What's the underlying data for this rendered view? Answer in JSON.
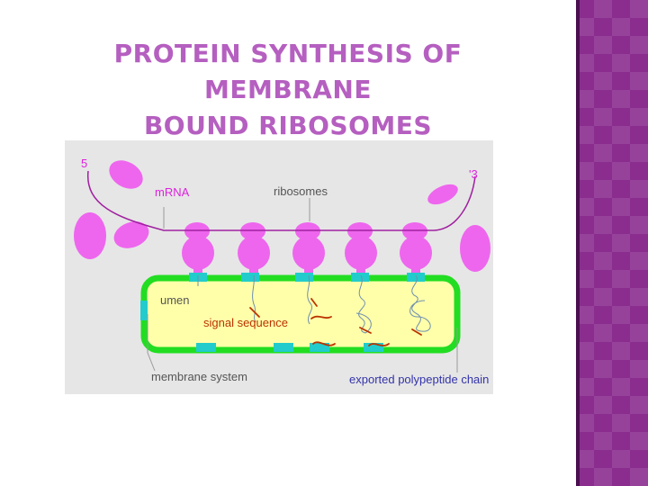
{
  "slide": {
    "title_line1": "PROTEIN SYNTHESIS OF MEMBRANE",
    "title_line2": "BOUND RIBOSOMES"
  },
  "diagram": {
    "labels": {
      "five_prime": "5",
      "three_prime": "'3",
      "mrna": "mRNA",
      "ribosomes": "ribosomes",
      "lumen": "umen",
      "signal_sequence": "signal sequence",
      "membrane_system": "membrane system",
      "exported_chain": "exported polypeptide chain"
    },
    "colors": {
      "ribosome": "#ee66ee",
      "mrna": "#a020a0",
      "membrane": "#22dd22",
      "lumen": "#ffffaa",
      "channel": "#22cccc",
      "signal": "#bb3300",
      "label_dark": "#555555",
      "label_mrna": "#dd22dd",
      "label_export": "#3333aa",
      "accent_panel": "#8a2d8f",
      "title": "#b55fc0"
    }
  }
}
